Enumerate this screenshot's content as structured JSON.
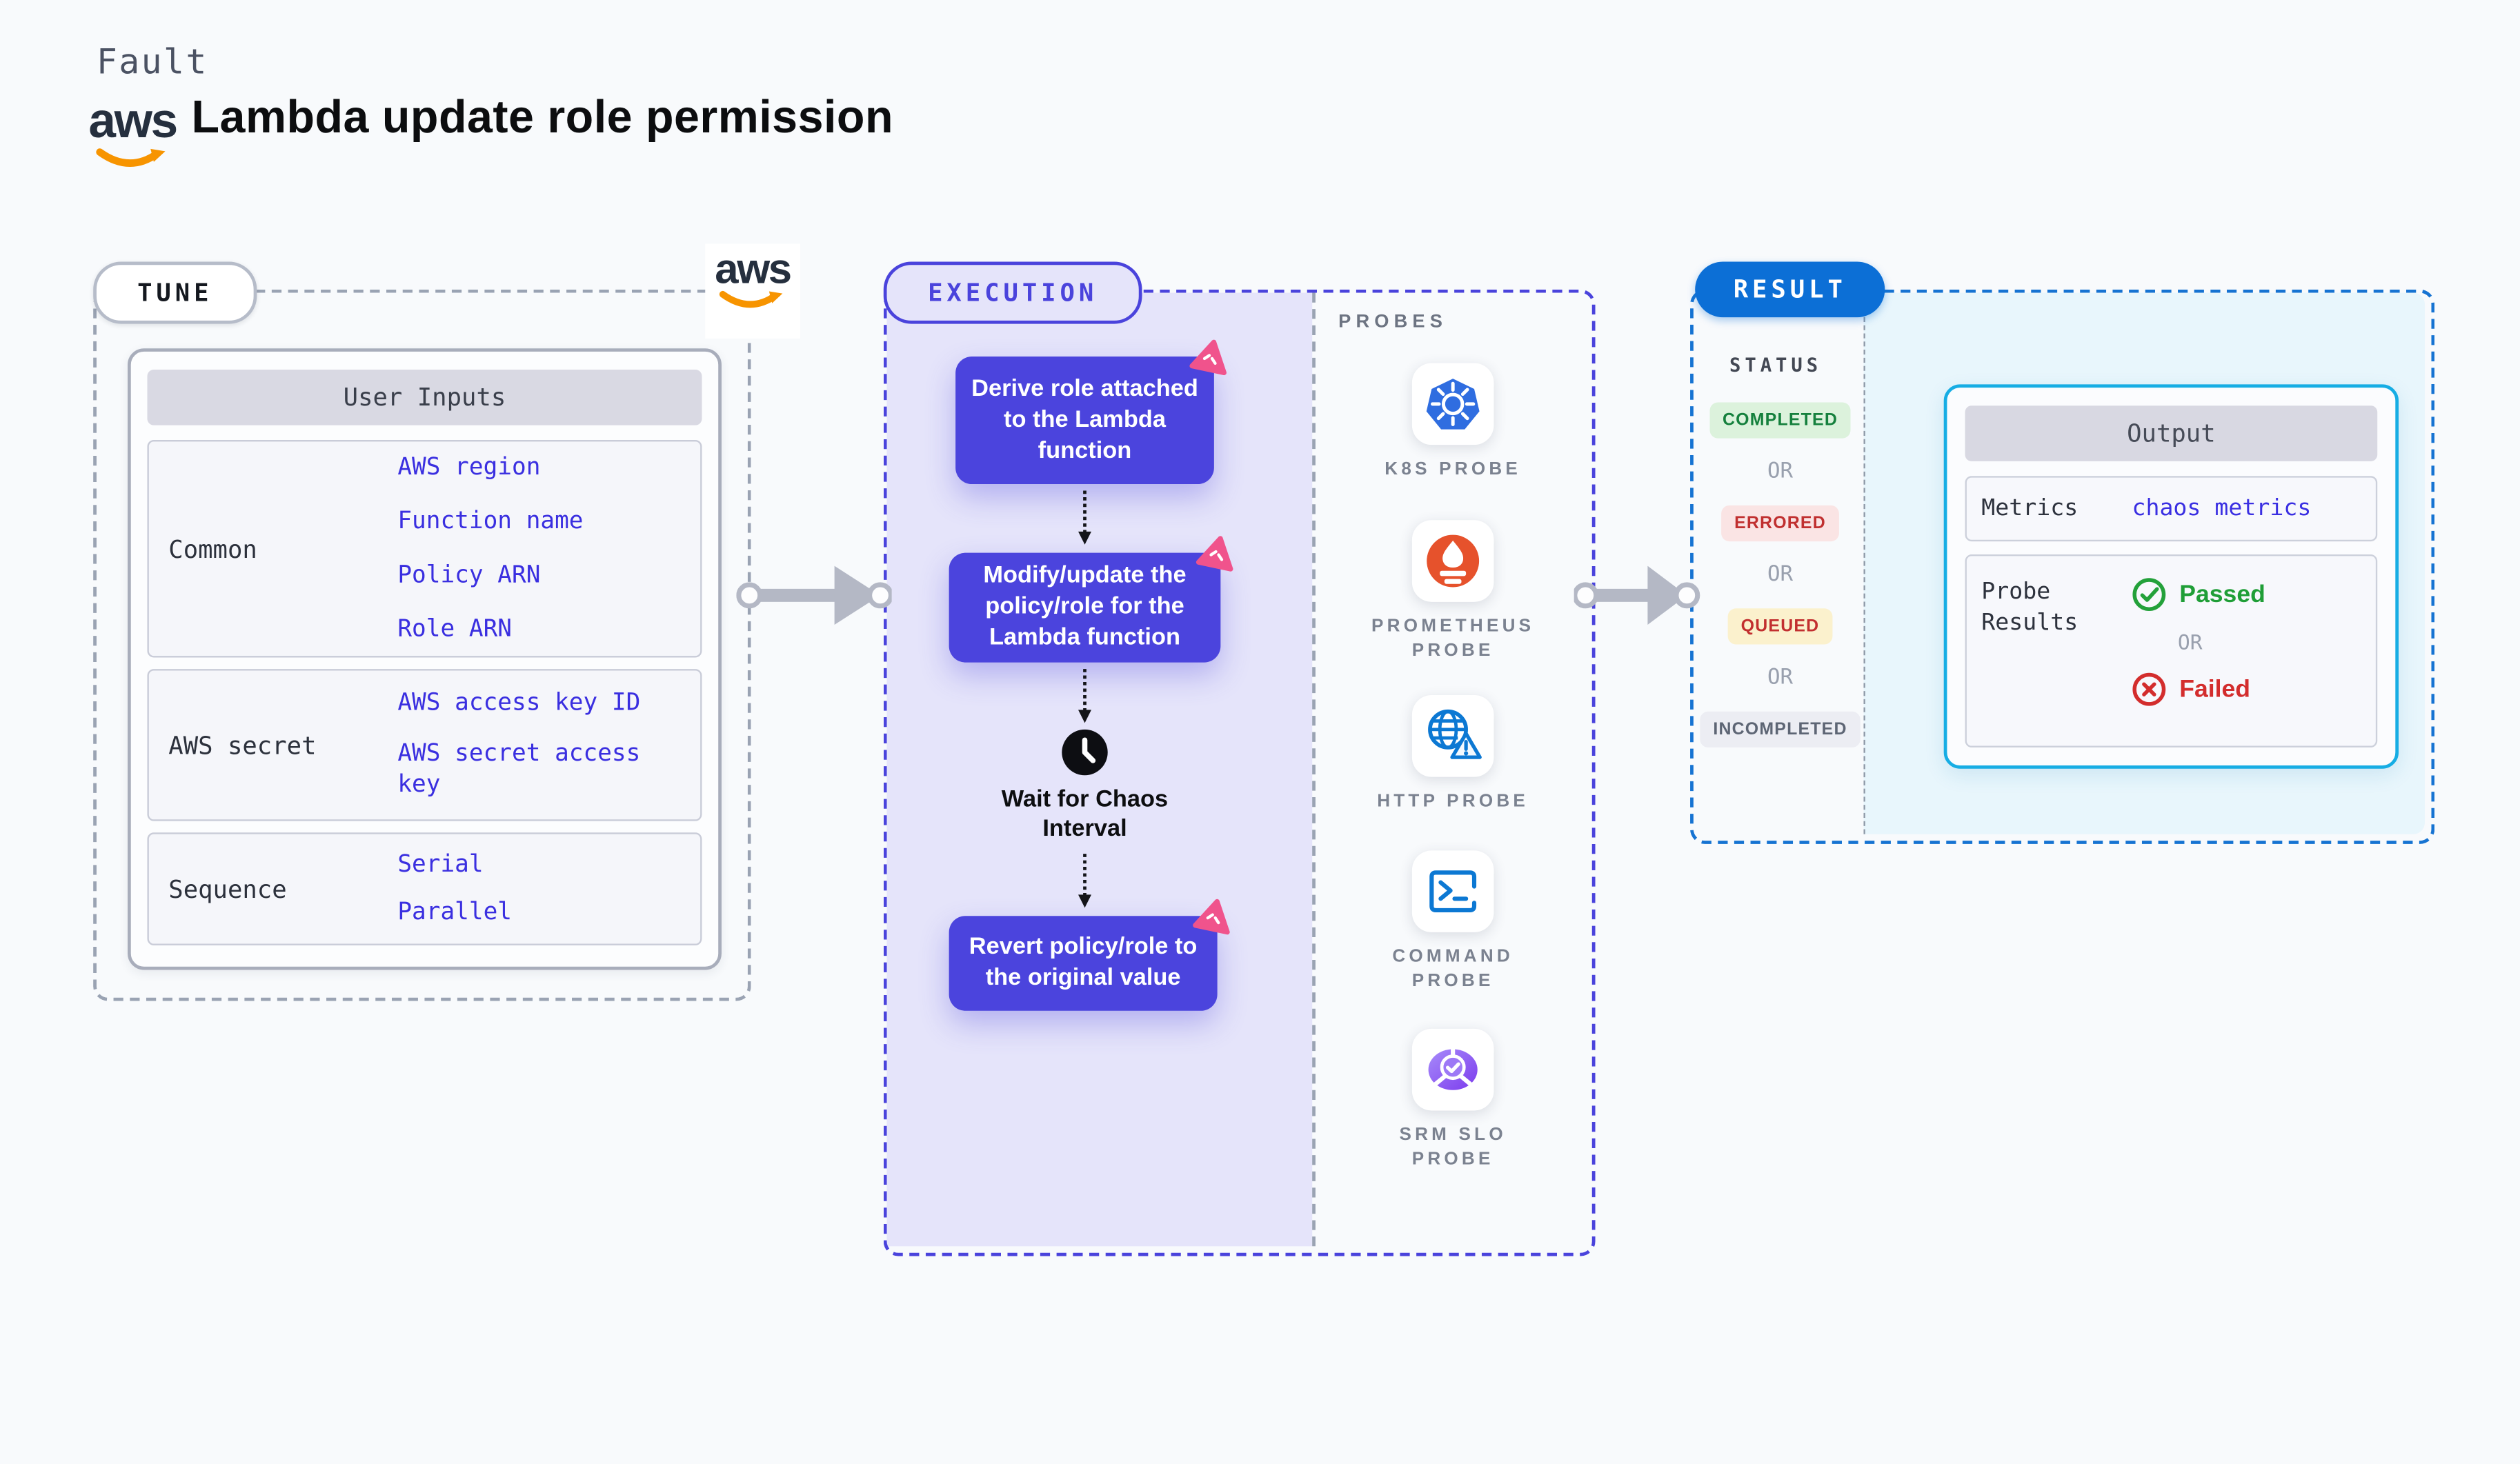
{
  "header": {
    "kicker": "Fault",
    "title": "Lambda update role permission",
    "aws_logo_text": "aws"
  },
  "tune": {
    "pill_label": "TUNE",
    "user_inputs": {
      "header": "User Inputs",
      "rows": [
        {
          "label": "Common",
          "values": [
            "AWS region",
            "Function name",
            "Policy ARN",
            "Role ARN"
          ]
        },
        {
          "label": "AWS secret",
          "values": [
            "AWS access key ID",
            "AWS secret access key"
          ]
        },
        {
          "label": "Sequence",
          "values": [
            "Serial",
            "Parallel"
          ]
        }
      ]
    }
  },
  "execution": {
    "pill_label": "EXECUTION",
    "steps": [
      "Derive role attached to the Lambda function",
      "Modify/update the policy/role for the Lambda function",
      "Wait for Chaos Interval",
      "Revert policy/role to the original value"
    ]
  },
  "probes": {
    "heading": "PROBES",
    "items": [
      {
        "label": "K8S PROBE",
        "icon": "kubernetes-icon"
      },
      {
        "label": "PROMETHEUS PROBE",
        "icon": "prometheus-icon"
      },
      {
        "label": "HTTP PROBE",
        "icon": "http-globe-warning-icon"
      },
      {
        "label": "COMMAND PROBE",
        "icon": "terminal-icon"
      },
      {
        "label": "SRM SLO PROBE",
        "icon": "srm-slo-pie-icon"
      }
    ]
  },
  "result": {
    "pill_label": "RESULT",
    "status": {
      "heading": "STATUS",
      "sequence": [
        "COMPLETED",
        "OR",
        "ERRORED",
        "OR",
        "QUEUED",
        "OR",
        "INCOMPLETED"
      ]
    },
    "output": {
      "header": "Output",
      "metrics_label": "Metrics",
      "metrics_value": "chaos metrics",
      "probe_results_label": "Probe Results",
      "passed_label": "Passed",
      "or_label": "OR",
      "failed_label": "Failed"
    }
  },
  "colors": {
    "page_bg": "#f8fafc",
    "indigo_node": "#4b44dd",
    "lavender_bg": "#e5e4fa",
    "exec_dash": "#4a43dc",
    "tune_dash": "#9aa3b3",
    "result_dash": "#1673d2",
    "result_pill_bg": "#0c6fd6",
    "cyan_border": "#16ade4",
    "cyan_bg": "#e8f6fc",
    "value_blue": "#3a2fe0",
    "passed_green": "#1f9e37",
    "failed_red": "#d32d2d",
    "completed_green": "#15803d",
    "errored_red": "#c03030",
    "queued_bg": "#fbf1cd",
    "chaos_pink": "#f0538c",
    "aws_orange": "#f79400",
    "k8s_blue": "#2f6de0",
    "prometheus_orange": "#e6522c",
    "srm_purple": "#8a5cf0",
    "arrow_gray": "#b4b8c5"
  }
}
